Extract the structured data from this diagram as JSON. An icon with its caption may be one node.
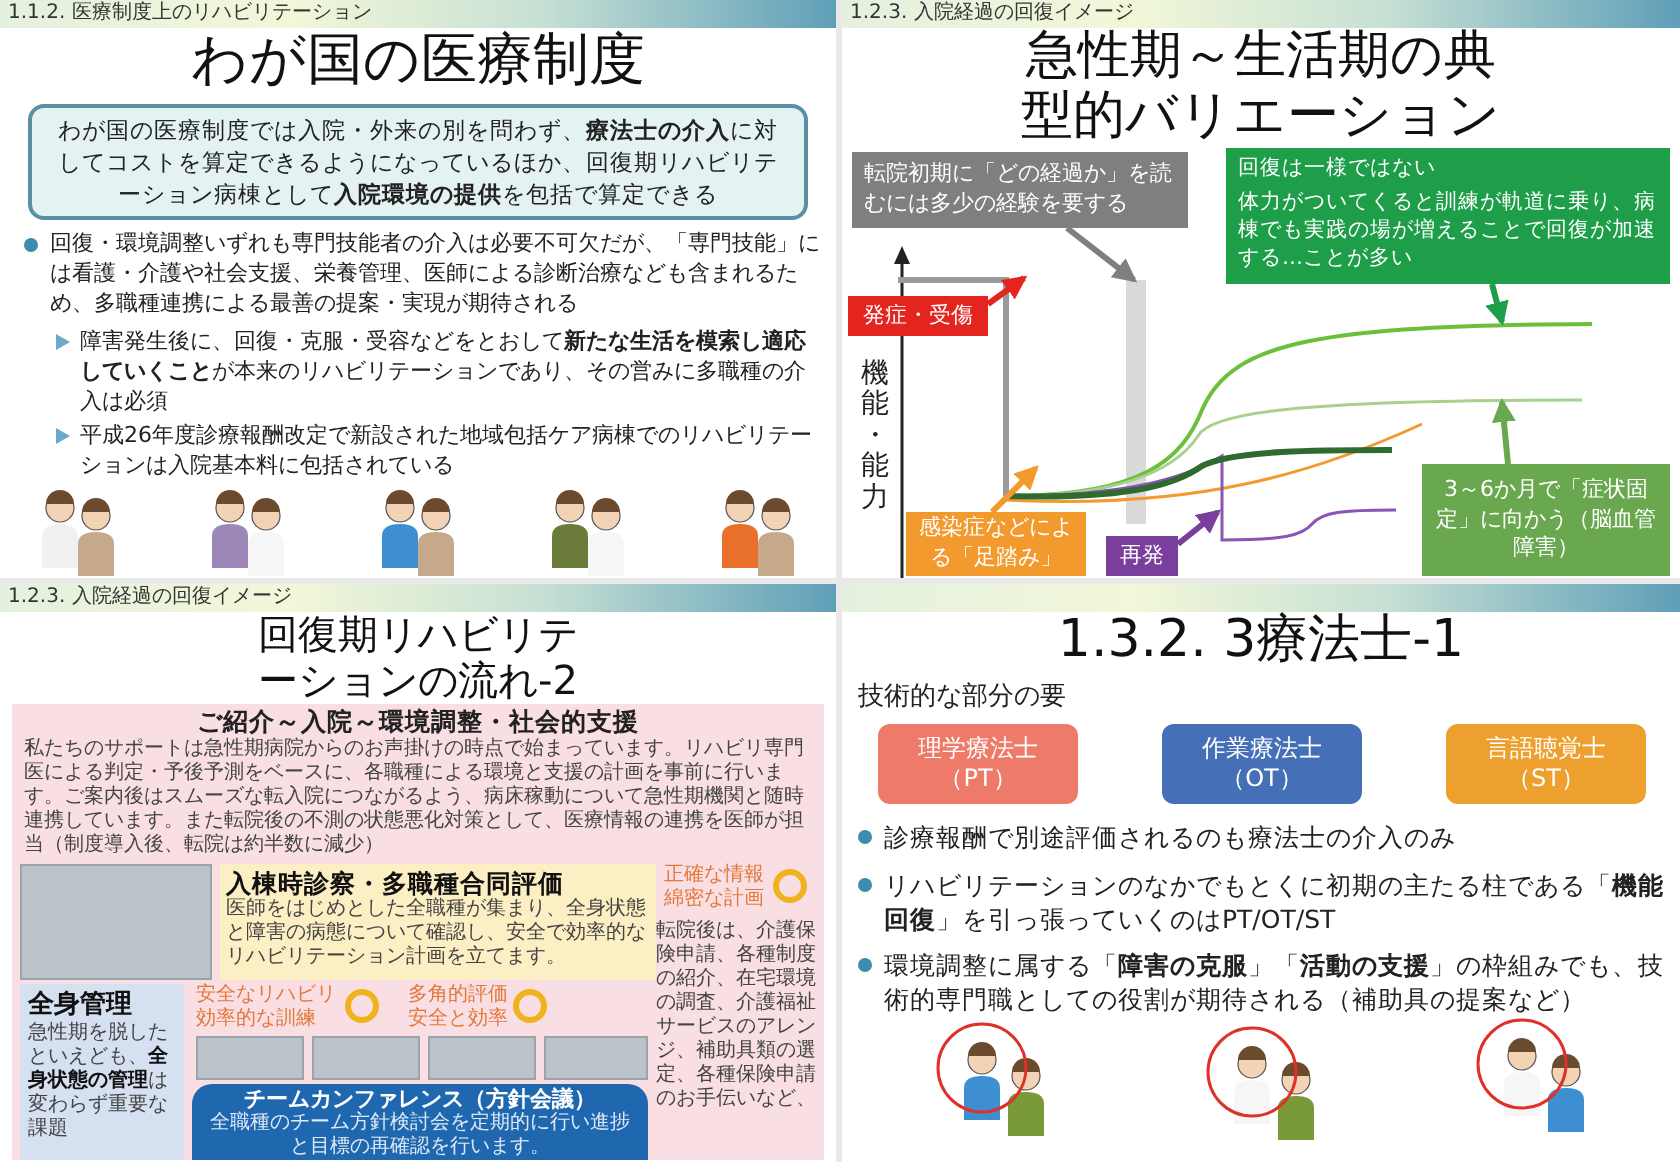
{
  "diagram": {
    "nodes": [
      {
        "text": [
          "1.1.2. 医療制度上のリハビリテーション",
          "わが国の医療制度"
        ]
      },
      {
        "text": [
          "わが国の医療制度では入院・外来の別を問わず、**療法士の介入**に対してコストを算定できるようになっているほか、回復期リハビリテーション病棟として**入院環境の提供**を包括で算定できる"
        ],
        "in": 0
      },
      {
        "text": [
          "1.2.3. 入院経過の回復イメージ",
          "急性期～生活期の典型的バリエーション"
        ]
      },
      {
        "text": [
          "転院初期に「どの経過か」を読むには多少の経験を要する"
        ],
        "in": 2
      },
      {
        "text": [
          "回復は一様ではない",
          "体力がついてくると訓練が軌道に乗り、病棟でも実践の場が増えることで回復が加速する…ことが多い"
        ],
        "in": 2
      },
      {
        "text": [
          "発症・受傷"
        ],
        "in": 2
      },
      {
        "text": [
          "感染症などによる「足踏み」"
        ],
        "in": 2
      },
      {
        "text": [
          "再発"
        ],
        "in": 2
      },
      {
        "text": [
          "3～6か月で「症状固定」に向かう（脳血管障害）"
        ],
        "in": 2
      },
      {
        "text": [
          "1.2.3. 入院経過の回復イメージ",
          "回復期リハビリテーションの流れ-2"
        ]
      },
      {
        "text": [
          "ご紹介～入院～環境調整・社会的支援",
          "私たちのサポートは急性期病院からのお声掛けの時点で始まっています。リハビリ専門医による判定・予後予測をベースに、各職種による環境と支援の計画を事前に行います。ご案内後はスムーズな転入院につながるよう、病床稼動について急性期機関と随時連携しています。また転院後の不測の状態悪化対策として、医療情報の連携を医師が担当（制度導入後、転院は約半数に減少）"
        ],
        "in": 9
      },
      {
        "text": [
          "入棟時診察・多職種合同評価",
          "医師をはじめとした全職種が集まり、全身状態と障害の病態について確認し、安全で効率的なリハビリテーション計画を立てます。"
        ],
        "in": 10
      },
      {
        "text": [
          "全身管理",
          "急性期を脱したといえども、**全身状態の管理**は変わらず重要な課題"
        ],
        "in": 10
      },
      {
        "text": [
          "チームカンファレンス（方針会議）",
          "全職種のチーム方針検討会を定期的に行い進捗と目標の再確認を行います。"
        ],
        "in": 10
      },
      {
        "text": [
          "1.3.2. 3療法士-1"
        ]
      },
      {
        "text": [
          "理学療法士（PT）"
        ],
        "in": 14
      },
      {
        "text": [
          "作業療法士（OT）"
        ],
        "in": 14
      },
      {
        "text": [
          "言語聴覚士（ST）"
        ],
        "in": 14
      }
    ],
    "edges": [
      {
        "from": 3,
        "to": null,
        "arrow": "to",
        "color": "#7f7f7f"
      },
      {
        "from": 4,
        "to": null,
        "arrow": "to",
        "color": "#1f9e4a"
      },
      {
        "from": 5,
        "to": null,
        "arrow": "to",
        "color": "#e3241f"
      },
      {
        "from": 6,
        "to": null,
        "arrow": "to",
        "color": "#f29a2e"
      },
      {
        "from": 7,
        "to": null,
        "arrow": "to",
        "color": "#7a3e9d"
      },
      {
        "from": 8,
        "to": null,
        "arrow": "to",
        "color": "#6aa84f"
      }
    ],
    "labels": [
      "回復・環境調整いずれも専門技能者の介入は必要不可欠だが、「専門技能」には看護・介護や社会支援、栄養管理、医師による診断治療なども含まれるため、多職種連携による最善の提案・実現が期待される",
      "障害発生後に、回復・克服・受容などをとおして**新たな生活を模索し適応していくこと**が本来のリハビリテーションであり、その営みに多職種の介入は必須",
      "平成26年度診療報酬改定で新設された地域包括ケア病棟でのリハビリテーションは入院基本料に包括されている",
      "機能・能力",
      "正確な情報",
      "綿密な計画",
      "多角的評価",
      "安全と効率",
      "安全なリハビリ",
      "効率的な訓練",
      "転院後は、介護保険申請、各種制度の紹介、在宅環境の調査、介護福祉サービスのアレンジ、補助具類の選定、各種保険申請のお手伝いなど、",
      "技術的な部分の要",
      "診療報酬で別途評価されるのも療法士の介入のみ",
      "リハビリテーションのなかでもとくに初期の主たる柱である「**機能回復**」を引っ張っていくのはPT/OT/ST",
      "環境調整に属する「**障害の克服**」「**活動の支援**」の枠組みでも、技術的専門職としての役割が期待される（補助具の提案など）"
    ]
  }
}
